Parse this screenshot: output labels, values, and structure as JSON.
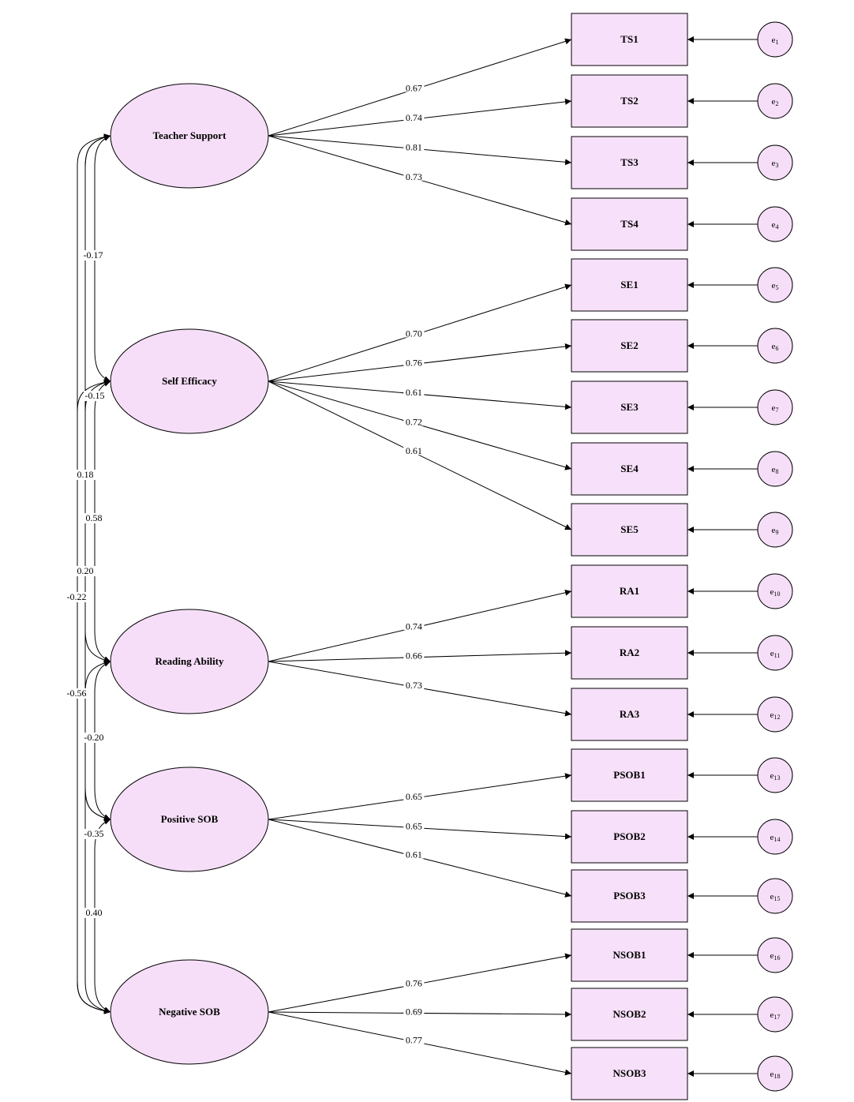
{
  "latents": [
    {
      "id": "TS",
      "label": "Teacher Support"
    },
    {
      "id": "SE",
      "label": "Self Efficacy"
    },
    {
      "id": "RA",
      "label": "Reading Ability"
    },
    {
      "id": "PSOB",
      "label": "Positive SOB"
    },
    {
      "id": "NSOB",
      "label": "Negative SOB"
    }
  ],
  "indicators": [
    {
      "label": "TS1",
      "latent": "TS",
      "loading": "0.67",
      "error": "e",
      "err_sub": "1"
    },
    {
      "label": "TS2",
      "latent": "TS",
      "loading": "0.74",
      "error": "e",
      "err_sub": "2"
    },
    {
      "label": "TS3",
      "latent": "TS",
      "loading": "0.81",
      "error": "e",
      "err_sub": "3"
    },
    {
      "label": "TS4",
      "latent": "TS",
      "loading": "0.73",
      "error": "e",
      "err_sub": "4"
    },
    {
      "label": "SE1",
      "latent": "SE",
      "loading": "0.70",
      "error": "e",
      "err_sub": "5"
    },
    {
      "label": "SE2",
      "latent": "SE",
      "loading": "0.76",
      "error": "e",
      "err_sub": "6"
    },
    {
      "label": "SE3",
      "latent": "SE",
      "loading": "0.61",
      "error": "e",
      "err_sub": "7"
    },
    {
      "label": "SE4",
      "latent": "SE",
      "loading": "0.72",
      "error": "e",
      "err_sub": "8"
    },
    {
      "label": "SE5",
      "latent": "SE",
      "loading": "0.61",
      "error": "e",
      "err_sub": "9"
    },
    {
      "label": "RA1",
      "latent": "RA",
      "loading": "0.74",
      "error": "e",
      "err_sub": "10"
    },
    {
      "label": "RA2",
      "latent": "RA",
      "loading": "0.66",
      "error": "e",
      "err_sub": "11"
    },
    {
      "label": "RA3",
      "latent": "RA",
      "loading": "0.73",
      "error": "e",
      "err_sub": "12"
    },
    {
      "label": "PSOB1",
      "latent": "PSOB",
      "loading": "0.65",
      "error": "e",
      "err_sub": "13"
    },
    {
      "label": "PSOB2",
      "latent": "PSOB",
      "loading": "0.65",
      "error": "e",
      "err_sub": "14"
    },
    {
      "label": "PSOB3",
      "latent": "PSOB",
      "loading": "0.61",
      "error": "e",
      "err_sub": "15"
    },
    {
      "label": "NSOB1",
      "latent": "NSOB",
      "loading": "0.76",
      "error": "e",
      "err_sub": "16"
    },
    {
      "label": "NSOB2",
      "latent": "NSOB",
      "loading": "0.69",
      "error": "e",
      "err_sub": "17"
    },
    {
      "label": "NSOB3",
      "latent": "NSOB",
      "loading": "0.77",
      "error": "e",
      "err_sub": "18"
    }
  ],
  "correlations": [
    {
      "from": "TS",
      "to": "SE",
      "value": "-0.17"
    },
    {
      "from": "TS",
      "to": "RA",
      "value": "0.18"
    },
    {
      "from": "TS",
      "to": "PSOB",
      "value": "0.20"
    },
    {
      "from": "TS",
      "to": "NSOB",
      "value": "-0.22"
    },
    {
      "from": "SE",
      "to": "RA",
      "value": "0.58"
    },
    {
      "from": "SE",
      "to": "PSOB",
      "value": "-0.15"
    },
    {
      "from": "SE",
      "to": "NSOB",
      "value": "-0.56"
    },
    {
      "from": "RA",
      "to": "PSOB",
      "value": "-0.20"
    },
    {
      "from": "RA",
      "to": "NSOB",
      "value": "-0.35"
    },
    {
      "from": "PSOB",
      "to": "NSOB",
      "value": "0.40"
    }
  ],
  "colors": {
    "latent_fill": "#f6def8",
    "indicator_fill": "#f7e0f9",
    "error_fill": "#f6def8",
    "stroke": "#000000"
  }
}
